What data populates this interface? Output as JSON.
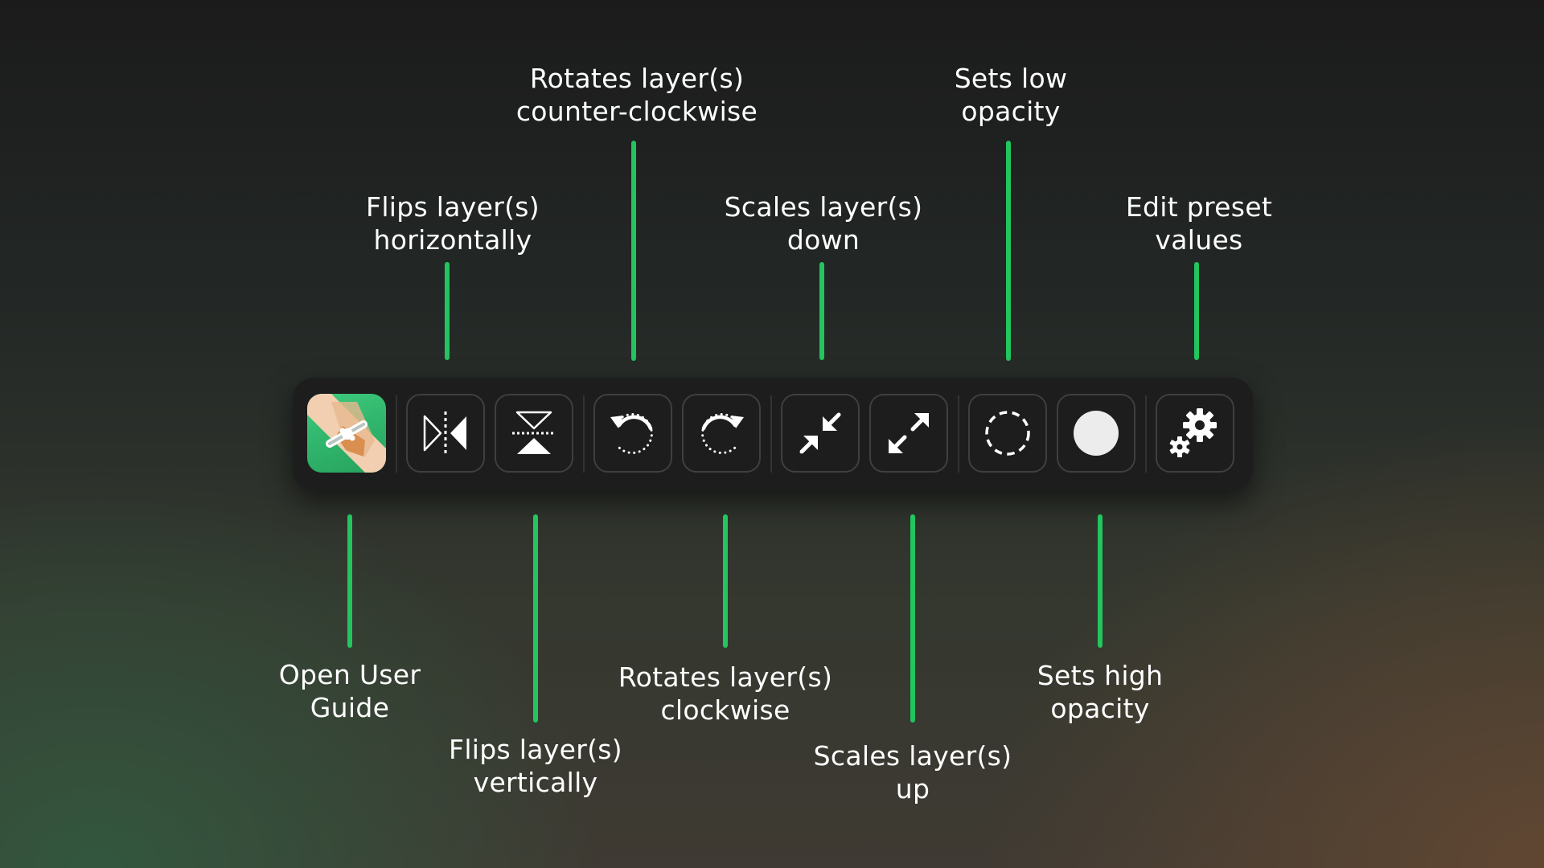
{
  "captions": {
    "user_guide": [
      "Open User",
      "Guide"
    ],
    "flip_horizontal": [
      "Flips layer(s)",
      "horizontally"
    ],
    "flip_vertical": [
      "Flips layer(s)",
      "vertically"
    ],
    "rotate_ccw": [
      "Rotates layer(s)",
      "counter-clockwise"
    ],
    "rotate_cw": [
      "Rotates layer(s)",
      "clockwise"
    ],
    "scale_down": [
      "Scales layer(s)",
      "down"
    ],
    "scale_up": [
      "Scales layer(s)",
      "up"
    ],
    "low_opacity": [
      "Sets low",
      "opacity"
    ],
    "high_opacity": [
      "Sets high",
      "opacity"
    ],
    "edit_presets": [
      "Edit preset",
      "values"
    ]
  },
  "toolbar": {
    "buttons": [
      {
        "id": "user-guide",
        "icon": "app-logo-icon"
      },
      {
        "id": "flip-horizontal",
        "icon": "flip-horizontal-icon"
      },
      {
        "id": "flip-vertical",
        "icon": "flip-vertical-icon"
      },
      {
        "id": "rotate-ccw",
        "icon": "rotate-ccw-icon"
      },
      {
        "id": "rotate-cw",
        "icon": "rotate-cw-icon"
      },
      {
        "id": "scale-down",
        "icon": "scale-down-icon"
      },
      {
        "id": "scale-up",
        "icon": "scale-up-icon"
      },
      {
        "id": "low-opacity",
        "icon": "dashed-circle-icon"
      },
      {
        "id": "high-opacity",
        "icon": "filled-circle-icon"
      },
      {
        "id": "settings",
        "icon": "gears-icon"
      }
    ]
  },
  "colors": {
    "accent": "#22c55e",
    "toolbar_bg": "#1d1d1d",
    "button_border": "#3f3f3f",
    "text": "#ffffff"
  }
}
